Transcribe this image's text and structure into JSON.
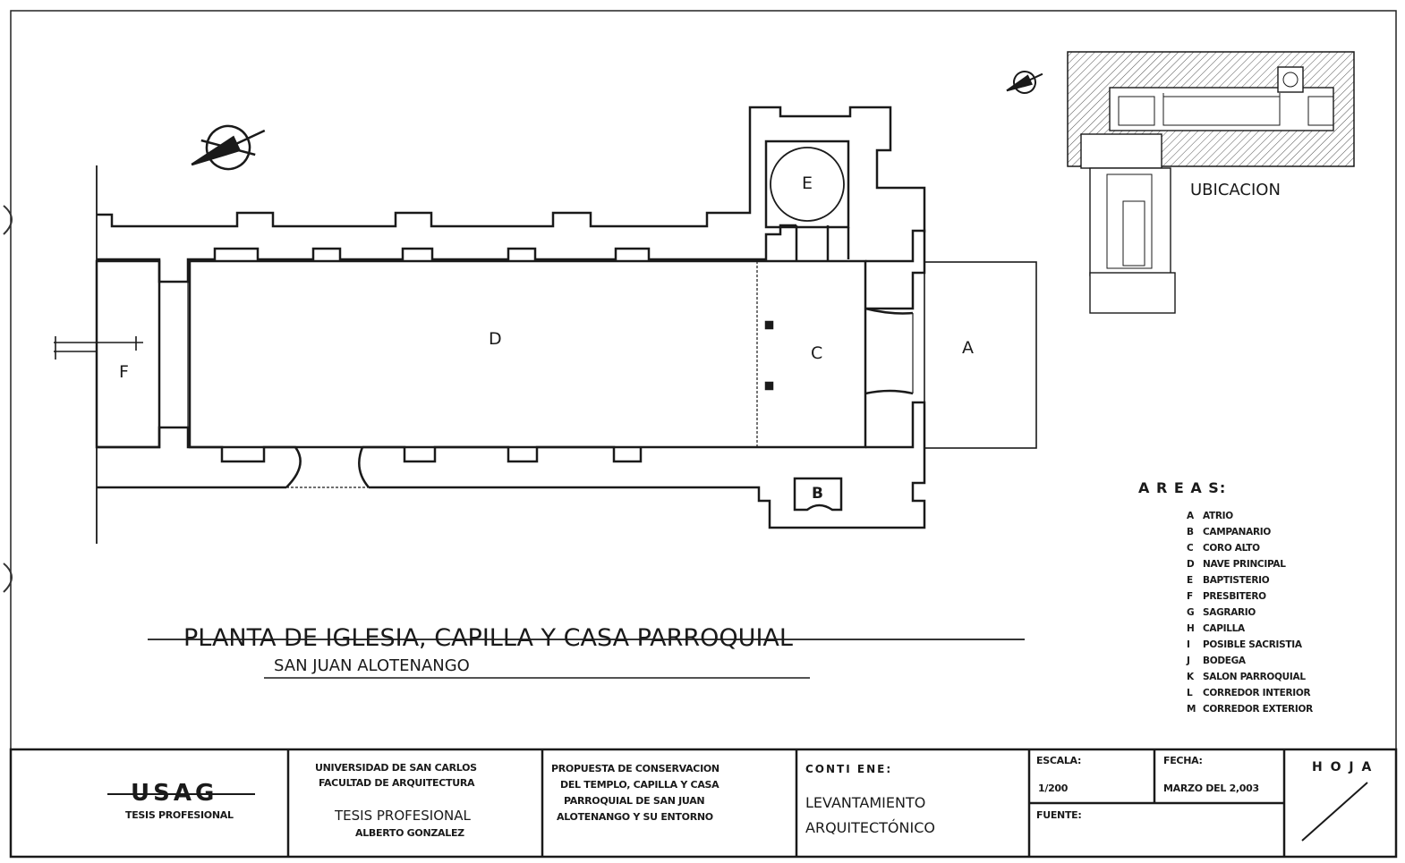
{
  "plan_labels": {
    "a": "A",
    "b": "B",
    "c": "C",
    "d": "D",
    "e": "E",
    "f": "F"
  },
  "location_label": "UBICACION",
  "areas": {
    "heading": "A R E A S:",
    "items": [
      {
        "key": "A",
        "name": "ATRIO"
      },
      {
        "key": "B",
        "name": "CAMPANARIO"
      },
      {
        "key": "C",
        "name": "CORO ALTO"
      },
      {
        "key": "D",
        "name": "NAVE PRINCIPAL"
      },
      {
        "key": "E",
        "name": "BAPTISTERIO"
      },
      {
        "key": "F",
        "name": "PRESBITERO"
      },
      {
        "key": "G",
        "name": "SAGRARIO"
      },
      {
        "key": "H",
        "name": "CAPILLA"
      },
      {
        "key": "I",
        "name": "POSIBLE SACRISTIA"
      },
      {
        "key": "J",
        "name": "BODEGA"
      },
      {
        "key": "K",
        "name": "SALON PARROQUIAL"
      },
      {
        "key": "L",
        "name": "CORREDOR INTERIOR"
      },
      {
        "key": "M",
        "name": "CORREDOR EXTERIOR"
      }
    ]
  },
  "drawing_title": "PLANTA DE IGLESIA, CAPILLA Y CASA PARROQUIAL",
  "drawing_subtitle": "SAN JUAN ALOTENANGO",
  "title_block": {
    "logo": "USAG",
    "logo_caption": "TESIS PROFESIONAL",
    "university_line1": "UNIVERSIDAD DE SAN CARLOS",
    "university_line2": "FACULTAD DE ARQUITECTURA",
    "thesis_label": "TESIS PROFESIONAL",
    "author": "ALBERTO GONZALEZ",
    "project_lines": [
      "PROPUESTA DE CONSERVACION",
      "DEL TEMPLO, CAPILLA Y CASA",
      "PARROQUIAL DE SAN JUAN",
      "ALOTENANGO Y SU ENTORNO"
    ],
    "contains_label": "CONTI ENE:",
    "contains_line1": "LEVANTAMIENTO",
    "contains_line2": "ARQUITECTÓNICO",
    "scale_label": "ESCALA:",
    "scale_value": "1/200",
    "date_label": "FECHA:",
    "date_value": "MARZO DEL 2,003",
    "source_label": "FUENTE:",
    "sheet_label": "H O J A"
  }
}
